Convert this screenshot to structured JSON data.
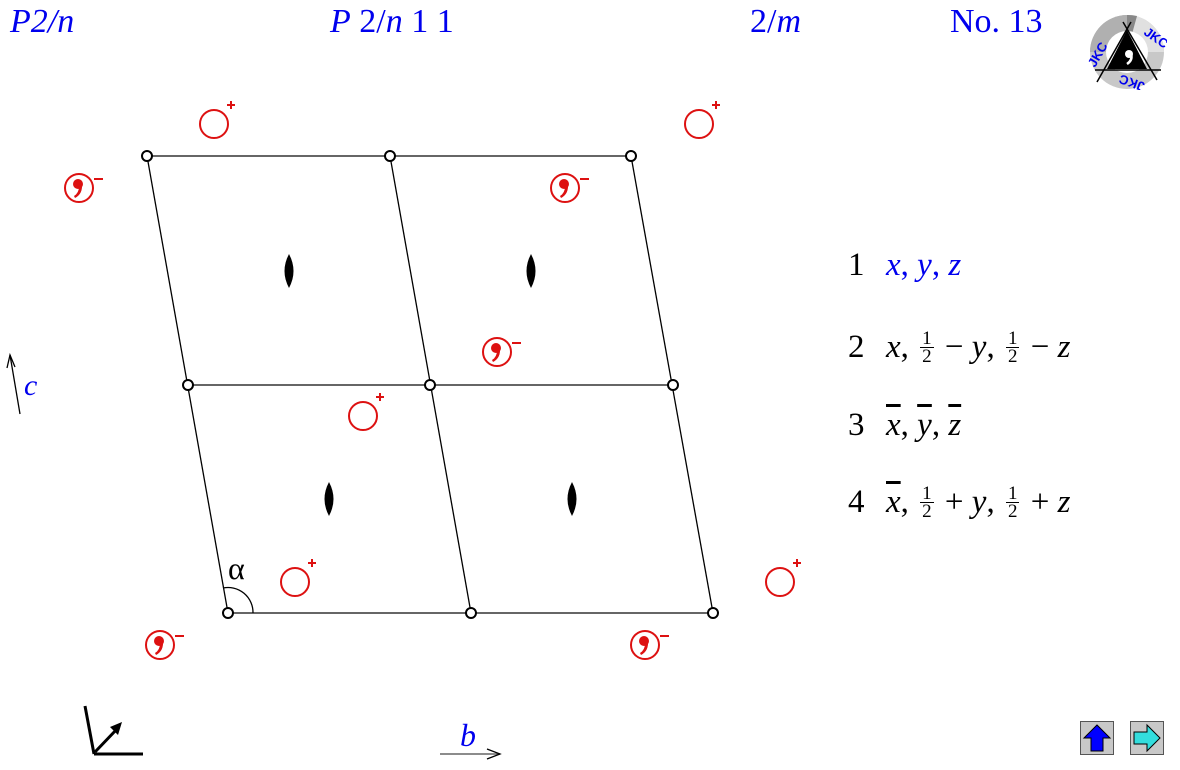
{
  "header": {
    "short_symbol": {
      "prefix": "P2/",
      "italic": "n"
    },
    "full_symbol": {
      "p1": "P",
      "p2": " 2/",
      "p3": "n",
      "p4": " 1 1"
    },
    "point_group": {
      "p1": "2/",
      "p2": "m"
    },
    "number": "No. 13"
  },
  "logo": {
    "label": "JKC"
  },
  "axes": {
    "c_label": "c",
    "b_label": "b",
    "angle_label": "α"
  },
  "symmetry_operations": [
    {
      "num": "1",
      "x": "x",
      "y": "y",
      "z": "z",
      "highlight": true
    },
    {
      "num": "2",
      "x": "x",
      "y_frac": "1/2",
      "y_op": "−",
      "y": "y",
      "z_frac": "1/2",
      "z_op": "−",
      "z": "z"
    },
    {
      "num": "3",
      "x": "x",
      "y": "y",
      "z": "z",
      "bars": true
    },
    {
      "num": "4",
      "x": "x",
      "x_bar": true,
      "y_frac": "1/2",
      "y_op": "+",
      "y": "y",
      "z_frac": "1/2",
      "z_op": "+",
      "z": "z"
    }
  ],
  "frac": {
    "n": "1",
    "d": "2"
  },
  "colors": {
    "title": "#0000ee",
    "symbol": "#dd0000",
    "line": "#000000",
    "nav_up": "#0000ff",
    "nav_next": "#33dddd"
  },
  "nav": {
    "up_label": "up",
    "next_label": "next"
  }
}
